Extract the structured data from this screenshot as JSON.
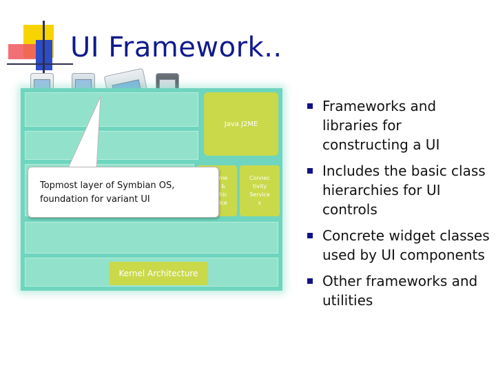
{
  "slide": {
    "title": "UI Framework.."
  },
  "diagram": {
    "java_label": "Java J2ME",
    "multimedia_label": "me\n&\nhic\nice",
    "connectivity_label": "Connec\ntivity\nService\ns",
    "kernel_label": "Kernel Architecture"
  },
  "callout": {
    "text": "Topmost layer of Symbian OS,\nfoundation for variant UI"
  },
  "bullets": [
    "Frameworks and libraries for constructing a UI",
    "Includes the basic class hierarchies for UI controls",
    "Concrete widget classes used by UI components",
    "Other frameworks and utilities"
  ]
}
